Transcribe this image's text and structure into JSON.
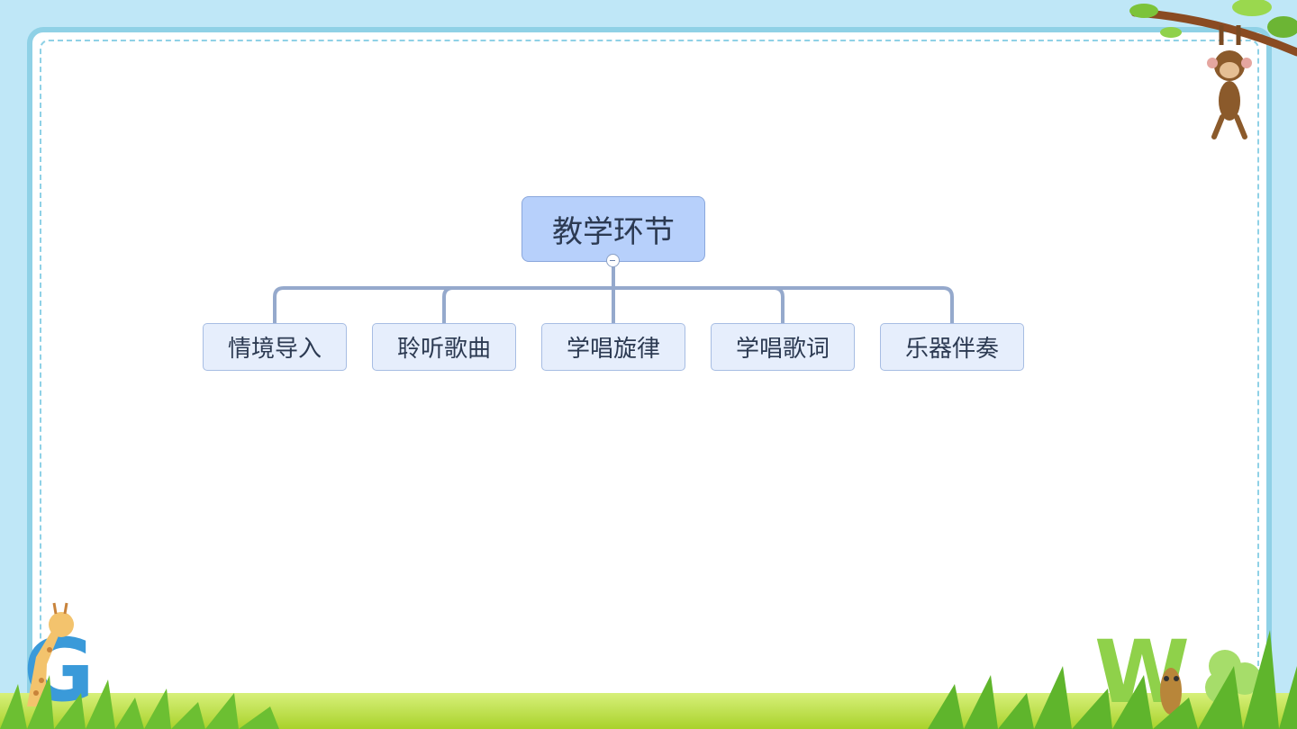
{
  "diagram": {
    "root": {
      "label": "教学环节"
    },
    "children": [
      {
        "label": "情境导入"
      },
      {
        "label": "聆听歌曲"
      },
      {
        "label": "学唱旋律"
      },
      {
        "label": "学唱歌词"
      },
      {
        "label": "乐器伴奏"
      }
    ]
  },
  "colors": {
    "root_fill": "#b7d0fb",
    "child_fill": "#e6eefc",
    "connector": "#95a9cc",
    "frame": "#8fd1e6"
  },
  "decorations": {
    "monkey": "monkey-icon",
    "giraffe": "giraffe-icon",
    "letter_left": "G",
    "letter_right": "W"
  }
}
